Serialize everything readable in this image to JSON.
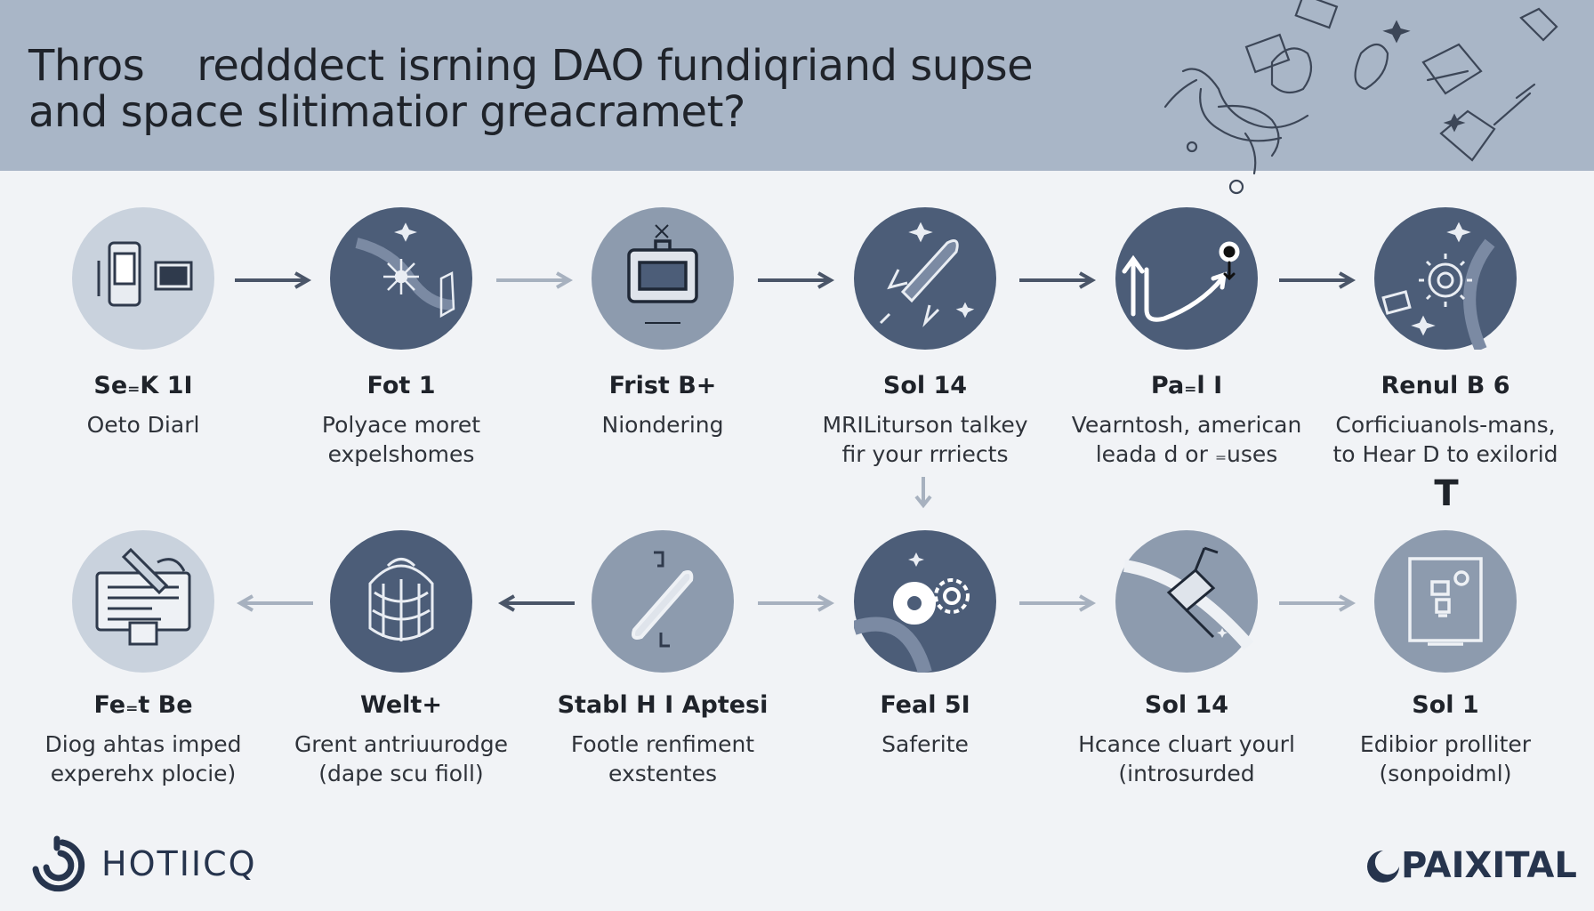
{
  "header": {
    "title_line1": "Thros ﾠredddect isrning DAO fundiqriand supse",
    "title_line2": "and space slitimatior greacramet?"
  },
  "steps_row1": [
    {
      "label": "Se₌K 1I",
      "desc": [
        "Oeto Diarl"
      ],
      "icon": "phone-document-icon"
    },
    {
      "label": "Fot 1",
      "desc": [
        "Polyace moret",
        "expelshomes"
      ],
      "icon": "globe-network-icon"
    },
    {
      "label": "Frist B+",
      "desc": [
        "Niondering"
      ],
      "icon": "monitor-icon"
    },
    {
      "label": "Sol 14",
      "desc": [
        "MRILiturson talkey",
        "fir your rrriects"
      ],
      "icon": "rocket-icon"
    },
    {
      "label": "Pa₌l I",
      "desc": [
        "Vearntosh, american",
        "leada d or ₌uses"
      ],
      "icon": "trend-arrow-icon"
    },
    {
      "label": "Renul B 6",
      "desc": [
        "Corficiuanols-mans,",
        "to Hear D to exilorid"
      ],
      "icon": "gear-globe-icon"
    }
  ],
  "steps_row2": [
    {
      "label": "Fe₌t Be",
      "desc": [
        "Diog ahtas imped",
        "experehx plocie)"
      ],
      "icon": "document-laptop-icon"
    },
    {
      "label": "Welt+",
      "desc": [
        "Grent antriuurodge",
        "(dape scu fioll)"
      ],
      "icon": "backpack-icon"
    },
    {
      "label": "Stabl H I Aptesi",
      "desc": [
        "Footle renfiment",
        "exstentes"
      ],
      "icon": "pen-tool-icon"
    },
    {
      "label": "Feal 5I",
      "desc": [
        "Saferite"
      ],
      "icon": "gears-icon"
    },
    {
      "label": "Sol 14",
      "desc": [
        "Hcance cluart yourl",
        "(introsurded"
      ],
      "icon": "satellite-icon"
    },
    {
      "label": "Sol 1",
      "desc": [
        "Edibior prolliter",
        "(sonpoidml)"
      ],
      "icon": "frame-robot-icon"
    }
  ],
  "connector_T": "T",
  "footer": {
    "left_logo": "HOTIICQ",
    "right_logo": "PAIXITAL"
  },
  "colors": {
    "header_bg": "#a9b6c7",
    "page_bg": "#f1f3f6",
    "circle_light": "#c9d2dd",
    "circle_mid": "#8d9bae",
    "circle_dark": "#4c5d78",
    "arrow_dark": "#4a5568",
    "arrow_light": "#a7b1bf"
  }
}
